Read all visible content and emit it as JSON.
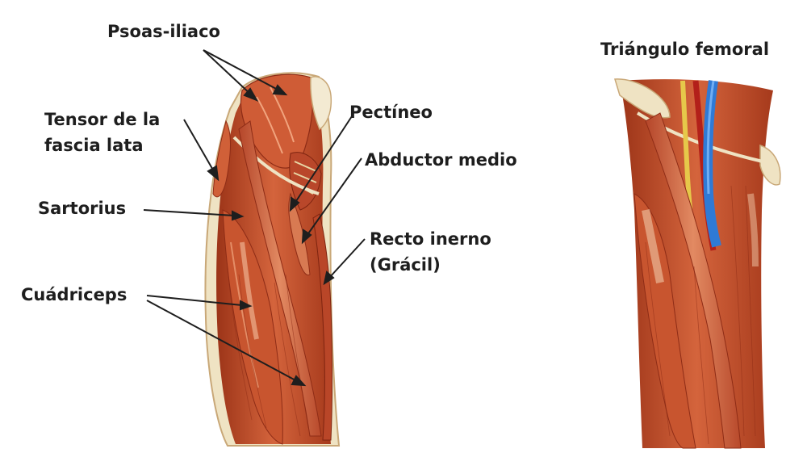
{
  "labels": {
    "psoas_iliaco": "Psoas-iliaco",
    "tensor_line1": "Tensor de la",
    "tensor_line2": "fascia lata",
    "sartorius": "Sartorius",
    "cuadriceps": "Cuádriceps",
    "pectineo": "Pectíneo",
    "abductor_medio": "Abductor medio",
    "recto_line1": "Recto inerno",
    "recto_line2": "(Grácil)",
    "triangulo_femoral": "Triángulo femoral"
  },
  "colors": {
    "muscle": "#c4512e",
    "muscle_dark": "#8e2c16",
    "muscle_light": "#e0805a",
    "tendon": "#efe3c3",
    "vein": "#2f7ad6",
    "artery": "#b3201a",
    "nerve": "#e6c84a",
    "text": "#1e1e1e"
  }
}
